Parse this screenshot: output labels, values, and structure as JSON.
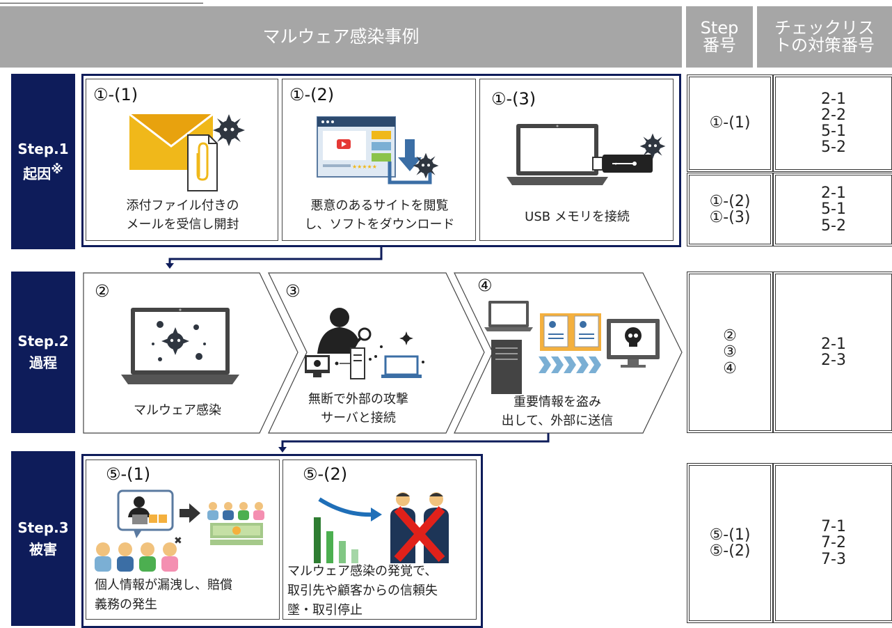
{
  "header": {
    "title": "マルウェア感染事例",
    "step_col": [
      "Step",
      "番号"
    ],
    "check_col": [
      "チェックリス",
      "トの対策番号"
    ]
  },
  "steps": [
    {
      "label": "Step.1",
      "sub": "起因",
      "mark": "※"
    },
    {
      "label": "Step.2",
      "sub": "過程"
    },
    {
      "label": "Step.3",
      "sub": "被害"
    }
  ],
  "cases": {
    "s1_1": {
      "num": "①-(1)",
      "caption": [
        "添付ファイル付きの",
        "メールを受信し開封"
      ]
    },
    "s1_2": {
      "num": "①-(2)",
      "caption": [
        "悪意のあるサイトを閲覧",
        "し、ソフトをダウンロード"
      ]
    },
    "s1_3": {
      "num": "①-(3)",
      "caption": [
        "USB メモリを接続"
      ]
    },
    "s2_1": {
      "num": "②",
      "caption": [
        "マルウェア感染"
      ]
    },
    "s2_2": {
      "num": "③",
      "caption": [
        "無断で外部の攻撃",
        "サーバと接続"
      ]
    },
    "s2_3": {
      "num": "④",
      "caption": [
        "重要情報を盗み",
        "出して、外部に送信"
      ]
    },
    "s3_1": {
      "num": "⑤-(1)",
      "caption": [
        "個人情報が漏洩し、賠償",
        "義務の発生"
      ]
    },
    "s3_2": {
      "num": "⑤-(2)",
      "caption": [
        "マルウェア感染の発覚で、",
        "取引先や顧客からの信頼失",
        "墜・取引停止"
      ]
    }
  },
  "table": [
    {
      "step": [
        "①-(1)"
      ],
      "check": [
        "2-1",
        "2-2",
        "5-1",
        "5-2"
      ]
    },
    {
      "step": [
        "①-(2)",
        "①-(3)"
      ],
      "check": [
        "2-1",
        "5-1",
        "5-2"
      ]
    },
    {
      "step": [
        "②",
        "③",
        "④"
      ],
      "check": [
        "2-1",
        "2-3"
      ]
    },
    {
      "step": [
        "⑤-(1)",
        "⑤-(2)"
      ],
      "check": [
        "7-1",
        "7-2",
        "7-3"
      ]
    }
  ],
  "colors": {
    "header": "#a6a6a6",
    "navy": "#0e1c5a",
    "mail": "#f0b81a",
    "threat": "#2f3640",
    "green": "#2e7d32",
    "red": "#e0211a"
  },
  "icons": [
    "envelope-icon",
    "malware-icon",
    "browser-icon",
    "laptop-icon",
    "usb-icon",
    "hacker-icon",
    "server-icon",
    "folder-icon",
    "skull-monitor-icon",
    "people-icon",
    "money-icon",
    "bar-chart-icon",
    "cross-icon"
  ]
}
